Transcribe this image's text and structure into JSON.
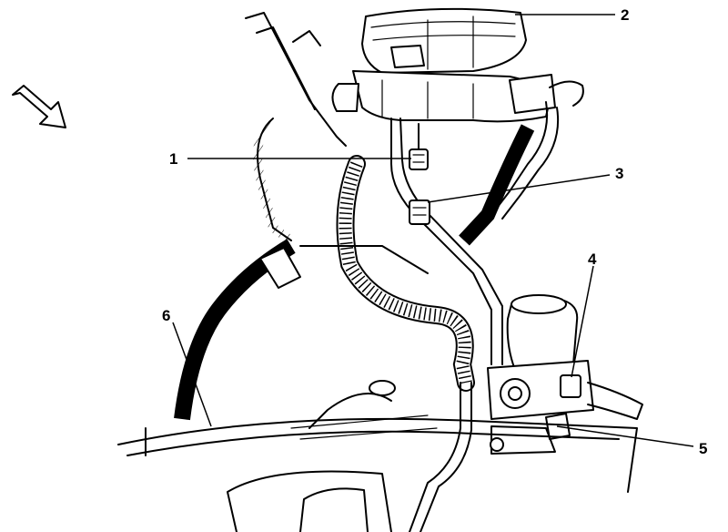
{
  "callouts": [
    {
      "id": "1",
      "text": "1"
    },
    {
      "id": "2",
      "text": "2"
    },
    {
      "id": "3",
      "text": "3"
    },
    {
      "id": "4",
      "text": "4"
    },
    {
      "id": "5",
      "text": "5"
    },
    {
      "id": "6",
      "text": "6"
    }
  ],
  "icons": {
    "direction": "front-direction-arrow-icon"
  }
}
